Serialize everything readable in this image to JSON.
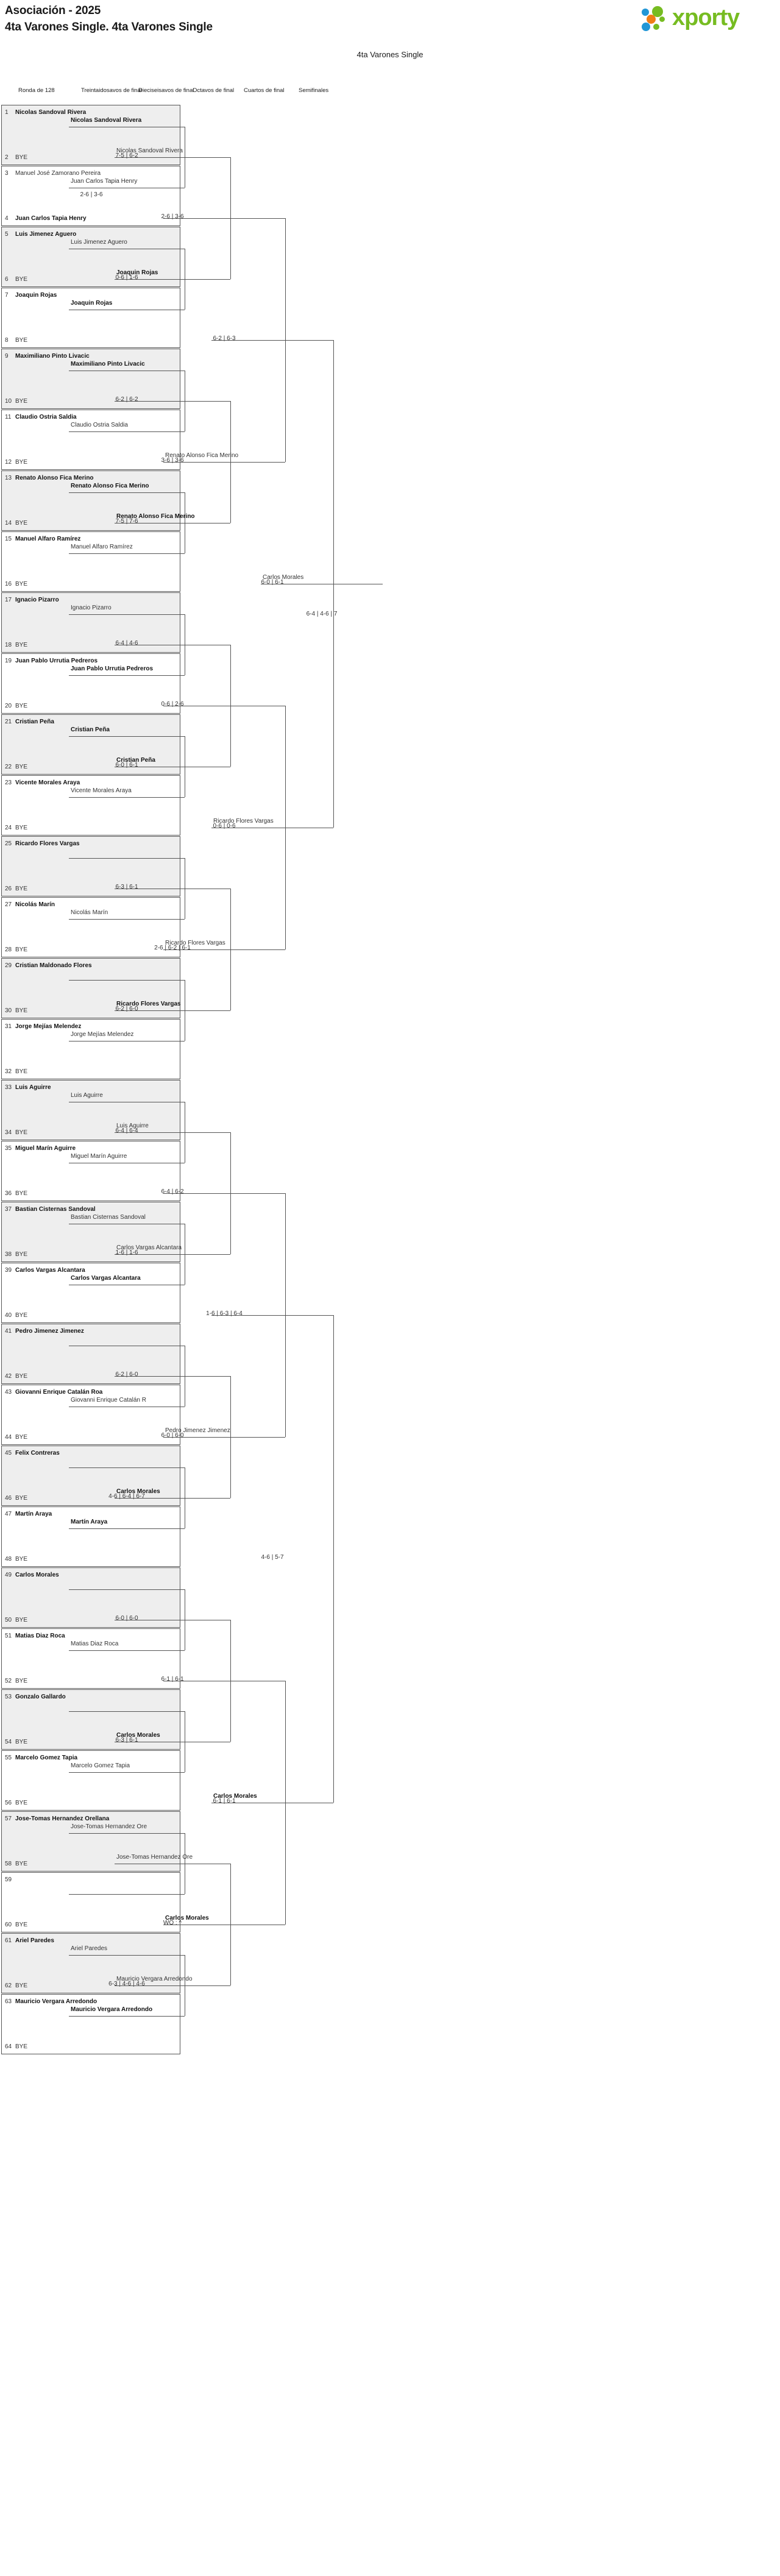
{
  "header": {
    "title": "Asociación - 2025",
    "subtitle": "4ta Varones Single. 4ta Varones Single",
    "logo_text": "xporty",
    "logo_colors": {
      "blue": "#2196d6",
      "green": "#76bc21",
      "orange": "#ef7d16"
    }
  },
  "center_subtitle": "4ta Varones Single",
  "rounds": [
    {
      "label": "Ronda de 128"
    },
    {
      "label": "Treintaidosavos de final"
    },
    {
      "label": "Dieciseisavos de final"
    },
    {
      "label": "Octavos de final"
    },
    {
      "label": "Cuartos de final"
    },
    {
      "label": "Semifinales"
    }
  ],
  "round1": [
    {
      "seed_a": "1",
      "name_a": "Nicolas Sandoval Rivera",
      "win_a": true,
      "seed_b": "2",
      "name_b": "BYE",
      "win_b": false,
      "score": "",
      "shaded": true
    },
    {
      "seed_a": "3",
      "name_a": "Manuel José Zamorano Pereira",
      "win_a": false,
      "seed_b": "4",
      "name_b": "Juan Carlos Tapia Henry",
      "win_b": true,
      "score": "2-6 | 3-6",
      "shaded": false
    },
    {
      "seed_a": "5",
      "name_a": "Luis Jimenez Aguero",
      "win_a": true,
      "seed_b": "6",
      "name_b": "BYE",
      "win_b": false,
      "score": "",
      "shaded": true
    },
    {
      "seed_a": "7",
      "name_a": "Joaquin Rojas",
      "win_a": true,
      "seed_b": "8",
      "name_b": "BYE",
      "win_b": false,
      "score": "",
      "shaded": false
    },
    {
      "seed_a": "9",
      "name_a": "Maximiliano Pinto Livacic",
      "win_a": true,
      "seed_b": "10",
      "name_b": "BYE",
      "win_b": false,
      "score": "",
      "shaded": true
    },
    {
      "seed_a": "11",
      "name_a": "Claudio Ostria Saldia",
      "win_a": true,
      "seed_b": "12",
      "name_b": "BYE",
      "win_b": false,
      "score": "",
      "shaded": false
    },
    {
      "seed_a": "13",
      "name_a": "Renato Alonso Fica Merino",
      "win_a": true,
      "seed_b": "14",
      "name_b": "BYE",
      "win_b": false,
      "score": "",
      "shaded": true
    },
    {
      "seed_a": "15",
      "name_a": "Manuel Alfaro Ramírez",
      "win_a": true,
      "seed_b": "16",
      "name_b": "BYE",
      "win_b": false,
      "score": "",
      "shaded": false
    },
    {
      "seed_a": "17",
      "name_a": "Ignacio Pizarro",
      "win_a": true,
      "seed_b": "18",
      "name_b": "BYE",
      "win_b": false,
      "score": "",
      "shaded": true
    },
    {
      "seed_a": "19",
      "name_a": "Juan Pablo Urrutia Pedreros",
      "win_a": true,
      "seed_b": "20",
      "name_b": "BYE",
      "win_b": false,
      "score": "",
      "shaded": false
    },
    {
      "seed_a": "21",
      "name_a": "Cristian Peña",
      "win_a": true,
      "seed_b": "22",
      "name_b": "BYE",
      "win_b": false,
      "score": "",
      "shaded": true
    },
    {
      "seed_a": "23",
      "name_a": "Vicente Morales Araya",
      "win_a": true,
      "seed_b": "24",
      "name_b": "BYE",
      "win_b": false,
      "score": "",
      "shaded": false
    },
    {
      "seed_a": "25",
      "name_a": "Ricardo Flores Vargas",
      "win_a": true,
      "seed_b": "26",
      "name_b": "BYE",
      "win_b": false,
      "score": "",
      "shaded": true
    },
    {
      "seed_a": "27",
      "name_a": "Nicolás Marín",
      "win_a": true,
      "seed_b": "28",
      "name_b": "BYE",
      "win_b": false,
      "score": "",
      "shaded": false
    },
    {
      "seed_a": "29",
      "name_a": "Cristian Maldonado Flores",
      "win_a": true,
      "seed_b": "30",
      "name_b": "BYE",
      "win_b": false,
      "score": "",
      "shaded": true
    },
    {
      "seed_a": "31",
      "name_a": "Jorge Mejías Melendez",
      "win_a": true,
      "seed_b": "32",
      "name_b": "BYE",
      "win_b": false,
      "score": "",
      "shaded": false
    },
    {
      "seed_a": "33",
      "name_a": "Luis Aguirre",
      "win_a": true,
      "seed_b": "34",
      "name_b": "BYE",
      "win_b": false,
      "score": "",
      "shaded": true
    },
    {
      "seed_a": "35",
      "name_a": "Miguel Marín Aguirre",
      "win_a": true,
      "seed_b": "36",
      "name_b": "BYE",
      "win_b": false,
      "score": "",
      "shaded": false
    },
    {
      "seed_a": "37",
      "name_a": "Bastian Cisternas Sandoval",
      "win_a": true,
      "seed_b": "38",
      "name_b": "BYE",
      "win_b": false,
      "score": "",
      "shaded": true
    },
    {
      "seed_a": "39",
      "name_a": "Carlos Vargas Alcantara",
      "win_a": true,
      "seed_b": "40",
      "name_b": "BYE",
      "win_b": false,
      "score": "",
      "shaded": false
    },
    {
      "seed_a": "41",
      "name_a": "Pedro Jimenez Jimenez",
      "win_a": true,
      "seed_b": "42",
      "name_b": "BYE",
      "win_b": false,
      "score": "",
      "shaded": true
    },
    {
      "seed_a": "43",
      "name_a": "Giovanni Enrique Catalán Roa",
      "win_a": true,
      "seed_b": "44",
      "name_b": "BYE",
      "win_b": false,
      "score": "",
      "shaded": false
    },
    {
      "seed_a": "45",
      "name_a": "Felix Contreras",
      "win_a": true,
      "seed_b": "46",
      "name_b": "BYE",
      "win_b": false,
      "score": "",
      "shaded": true
    },
    {
      "seed_a": "47",
      "name_a": "Martín Araya",
      "win_a": true,
      "seed_b": "48",
      "name_b": "BYE",
      "win_b": false,
      "score": "",
      "shaded": false
    },
    {
      "seed_a": "49",
      "name_a": "Carlos Morales",
      "win_a": true,
      "seed_b": "50",
      "name_b": "BYE",
      "win_b": false,
      "score": "",
      "shaded": true
    },
    {
      "seed_a": "51",
      "name_a": "Matias Diaz Roca",
      "win_a": true,
      "seed_b": "52",
      "name_b": "BYE",
      "win_b": false,
      "score": "",
      "shaded": false
    },
    {
      "seed_a": "53",
      "name_a": "Gonzalo Gallardo",
      "win_a": true,
      "seed_b": "54",
      "name_b": "BYE",
      "win_b": false,
      "score": "",
      "shaded": true
    },
    {
      "seed_a": "55",
      "name_a": "Marcelo Gomez Tapia",
      "win_a": true,
      "seed_b": "56",
      "name_b": "BYE",
      "win_b": false,
      "score": "",
      "shaded": false
    },
    {
      "seed_a": "57",
      "name_a": "Jose-Tomas Hernandez Orellana",
      "win_a": true,
      "seed_b": "58",
      "name_b": "BYE",
      "win_b": false,
      "score": "",
      "shaded": true
    },
    {
      "seed_a": "59",
      "name_a": "",
      "win_a": false,
      "seed_b": "60",
      "name_b": "BYE",
      "win_b": false,
      "score": "",
      "shaded": false
    },
    {
      "seed_a": "61",
      "name_a": "Ariel Paredes",
      "win_a": true,
      "seed_b": "62",
      "name_b": "BYE",
      "win_b": false,
      "score": "",
      "shaded": true
    },
    {
      "seed_a": "63",
      "name_a": "Mauricio Vergara Arredondo",
      "win_a": true,
      "seed_b": "64",
      "name_b": "BYE",
      "win_b": false,
      "score": "",
      "shaded": false
    }
  ],
  "round2": [
    {
      "top": "Nicolas Sandoval Rivera",
      "top_win": true,
      "score": "7-5 | 6-2",
      "bottom": "Juan Carlos Tapia Henry",
      "bottom_win": false
    },
    {
      "top": "Luis Jimenez Aguero",
      "top_win": false,
      "score": "0-6 | 1-6",
      "bottom": "Joaquin Rojas",
      "bottom_win": true
    },
    {
      "top": "Maximiliano Pinto Livacic",
      "top_win": true,
      "score": "6-2 | 6-2",
      "bottom": "Claudio Ostria Saldia",
      "bottom_win": false
    },
    {
      "top": "Renato Alonso Fica Merino",
      "top_win": true,
      "score": "7-5 | 7-6",
      "bottom": "Manuel Alfaro Ramírez",
      "bottom_win": false
    },
    {
      "top": "Ignacio Pizarro",
      "top_win": false,
      "score": "6-4 | 4-6",
      "bottom": "Juan Pablo Urrutia Pedreros",
      "bottom_win": true
    },
    {
      "top": "Cristian Peña",
      "top_win": true,
      "score": "6-0 | 6-1",
      "bottom": "Vicente Morales Araya",
      "bottom_win": false
    },
    {
      "top": "",
      "top_win": false,
      "score": "6-3 | 6-1",
      "bottom": "Nicolás Marín",
      "bottom_win": false
    },
    {
      "top": "",
      "top_win": false,
      "score": "6-2 | 6-0",
      "bottom": "Jorge Mejías Melendez",
      "bottom_win": false
    },
    {
      "top": "Luis Aguirre",
      "top_win": false,
      "score": "6-4 | 6-4",
      "bottom": "Miguel Marín Aguirre",
      "bottom_win": false
    },
    {
      "top": "Bastian Cisternas Sandoval",
      "top_win": false,
      "score": "1-6 | 1-6",
      "bottom": "Carlos Vargas Alcantara",
      "bottom_win": true
    },
    {
      "top": "",
      "top_win": false,
      "score": "6-2 | 6-0",
      "bottom": "Giovanni Enrique Catalán R",
      "bottom_win": false
    },
    {
      "top": "",
      "top_win": false,
      "score": "4-6 | 6-4 | 6-7",
      "bottom": "Martín Araya",
      "bottom_win": true
    },
    {
      "top": "",
      "top_win": false,
      "score": "6-0 | 6-0",
      "bottom": "Matias Diaz Roca",
      "bottom_win": false
    },
    {
      "top": "",
      "top_win": false,
      "score": "6-3 | 6-1",
      "bottom": "Marcelo Gomez Tapia",
      "bottom_win": false
    },
    {
      "top": "Jose-Tomas Hernandez Ore",
      "top_win": false,
      "score": "",
      "bottom": "",
      "bottom_win": false
    },
    {
      "top": "Ariel Paredes",
      "top_win": false,
      "score": "6-3 | 4-6 | 4-6",
      "bottom": "Mauricio Vergara Arredondo",
      "bottom_win": true
    }
  ],
  "round3": [
    {
      "top": "Nicolas Sandoval Rivera",
      "top_win": false,
      "score": "2-6 | 3-6",
      "bottom": "Joaquin Rojas",
      "bottom_win": true
    },
    {
      "top": "",
      "top_win": false,
      "score": "3-6 | 3-6",
      "bottom": "Renato Alonso Fica Merino",
      "bottom_win": true
    },
    {
      "top": "",
      "top_win": false,
      "score": "0-6 | 2-6",
      "bottom": "Cristian Peña",
      "bottom_win": true
    },
    {
      "top": "",
      "top_win": false,
      "score": "2-6 | 6-2 | 6-1",
      "bottom": "Ricardo Flores Vargas",
      "bottom_win": true
    },
    {
      "top": "Luis Aguirre",
      "top_win": false,
      "score": "6-4 | 6-2",
      "bottom": "Carlos Vargas Alcantara",
      "bottom_win": false
    },
    {
      "top": "",
      "top_win": false,
      "score": "6-0 | 6-0",
      "bottom": "Carlos Morales",
      "bottom_win": true
    },
    {
      "top": "",
      "top_win": false,
      "score": "6-1 | 6-1",
      "bottom": "Carlos Morales",
      "bottom_win": true
    },
    {
      "top": "Jose-Tomas Hernandez Ore",
      "top_win": false,
      "score": "WO : ^",
      "bottom": "Mauricio Vergara Arredondo",
      "bottom_win": false
    }
  ],
  "round4": [
    {
      "name": "Renato Alonso Fica Merino",
      "win": false,
      "score": "6-2 | 6-3"
    },
    {
      "name": "Ricardo Flores Vargas",
      "win": false,
      "score": "0-6 | 0-6"
    },
    {
      "name": "Pedro Jimenez Jimenez",
      "win": false,
      "score": "1-6 | 6-3 | 6-4"
    },
    {
      "name": "Carlos Morales",
      "win": true,
      "score": "6-1 | 6-1"
    }
  ],
  "round5": [
    {
      "name": "Ricardo Flores Vargas",
      "win": false,
      "score": "6-0 | 6-1"
    },
    {
      "name": "Carlos Morales",
      "win": true,
      "score": "4-6 | 5-7"
    }
  ],
  "round6": [
    {
      "name": "Carlos Morales",
      "win": false,
      "score": "6-4 | 4-6 | 7"
    }
  ]
}
